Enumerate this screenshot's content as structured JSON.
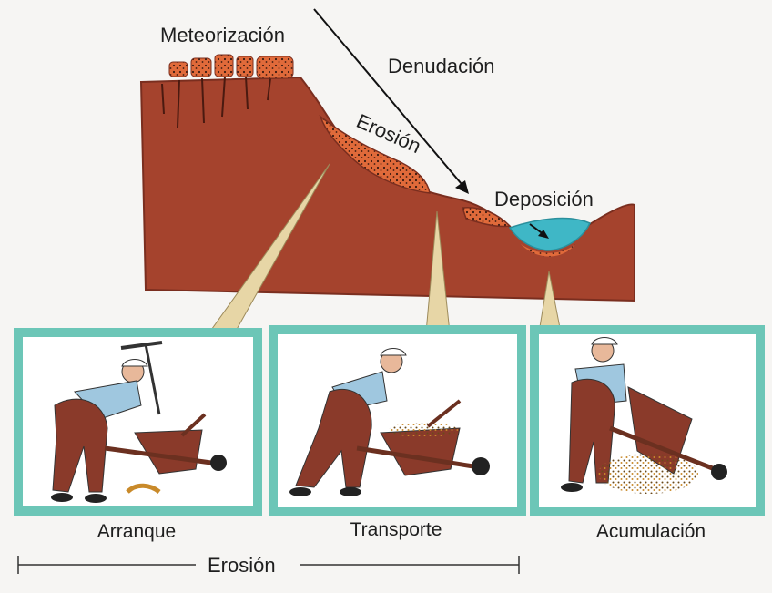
{
  "labels": {
    "meteorizacion": "Meteorización",
    "denudacion": "Denudación",
    "erosion_arrow": "Erosión",
    "deposicion": "Deposición"
  },
  "panels": [
    {
      "caption": "Arranque"
    },
    {
      "caption": "Transporte"
    },
    {
      "caption": "Acumulación"
    }
  ],
  "bracket": {
    "label": "Erosión"
  },
  "colors": {
    "terrain": "#a5432d",
    "terrain_dark": "#8a3423",
    "sediment": "#e06a3a",
    "water": "#3fb7c6",
    "panel_border": "#6cc6b7",
    "overall_clothes": "#8a3a2a",
    "shirt": "#9fc7df"
  }
}
